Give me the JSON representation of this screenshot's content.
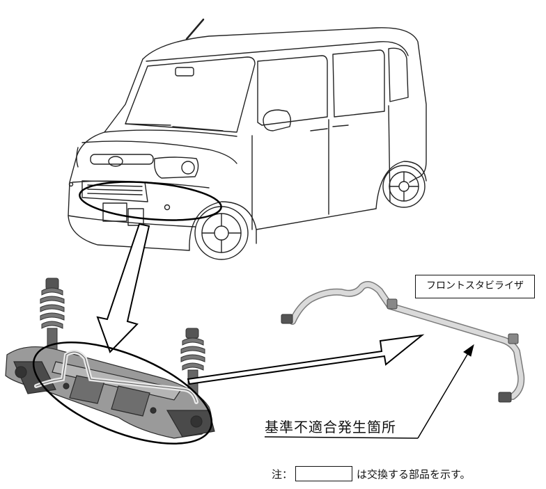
{
  "labels": {
    "part_name": "フロントスタビライザ",
    "defect_location": "基準不適合発生箇所",
    "note_prefix": "注：",
    "note_suffix": "は交換する部品を示す。"
  },
  "colors": {
    "line": "#111111",
    "part_fill": "#d9d9d9",
    "part_stroke": "#6e6e6e",
    "subframe_fill": "#9a9a9a",
    "subframe_dark": "#3f3f3f"
  }
}
